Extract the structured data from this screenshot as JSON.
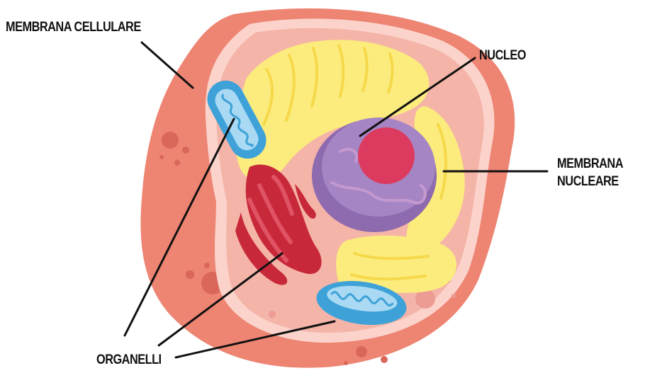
{
  "labels": {
    "membrana_cellulare": "MEMBRANA CELLULARE",
    "nucleo": "NUCLEO",
    "membrana_nucleare_line1": "MEMBRANA",
    "membrana_nucleare_line2": "NUCLEARE",
    "organelli": "ORGANELLI"
  },
  "colors": {
    "outer_cell": "#ee8472",
    "outer_cell_spots": "#d9675a",
    "cytoplasm_rim": "#fbd3cb",
    "cytoplasm": "#f5b4a8",
    "endoplasmic_reticulum": "#fbec7d",
    "mitochondrion": "#3ea2d8",
    "mitochondrion_inner": "#a9d9f3",
    "golgi": "#c8293a",
    "nucleus": "#a585c3",
    "nucleolus": "#dc3b5f",
    "leader_line": "#111111"
  }
}
